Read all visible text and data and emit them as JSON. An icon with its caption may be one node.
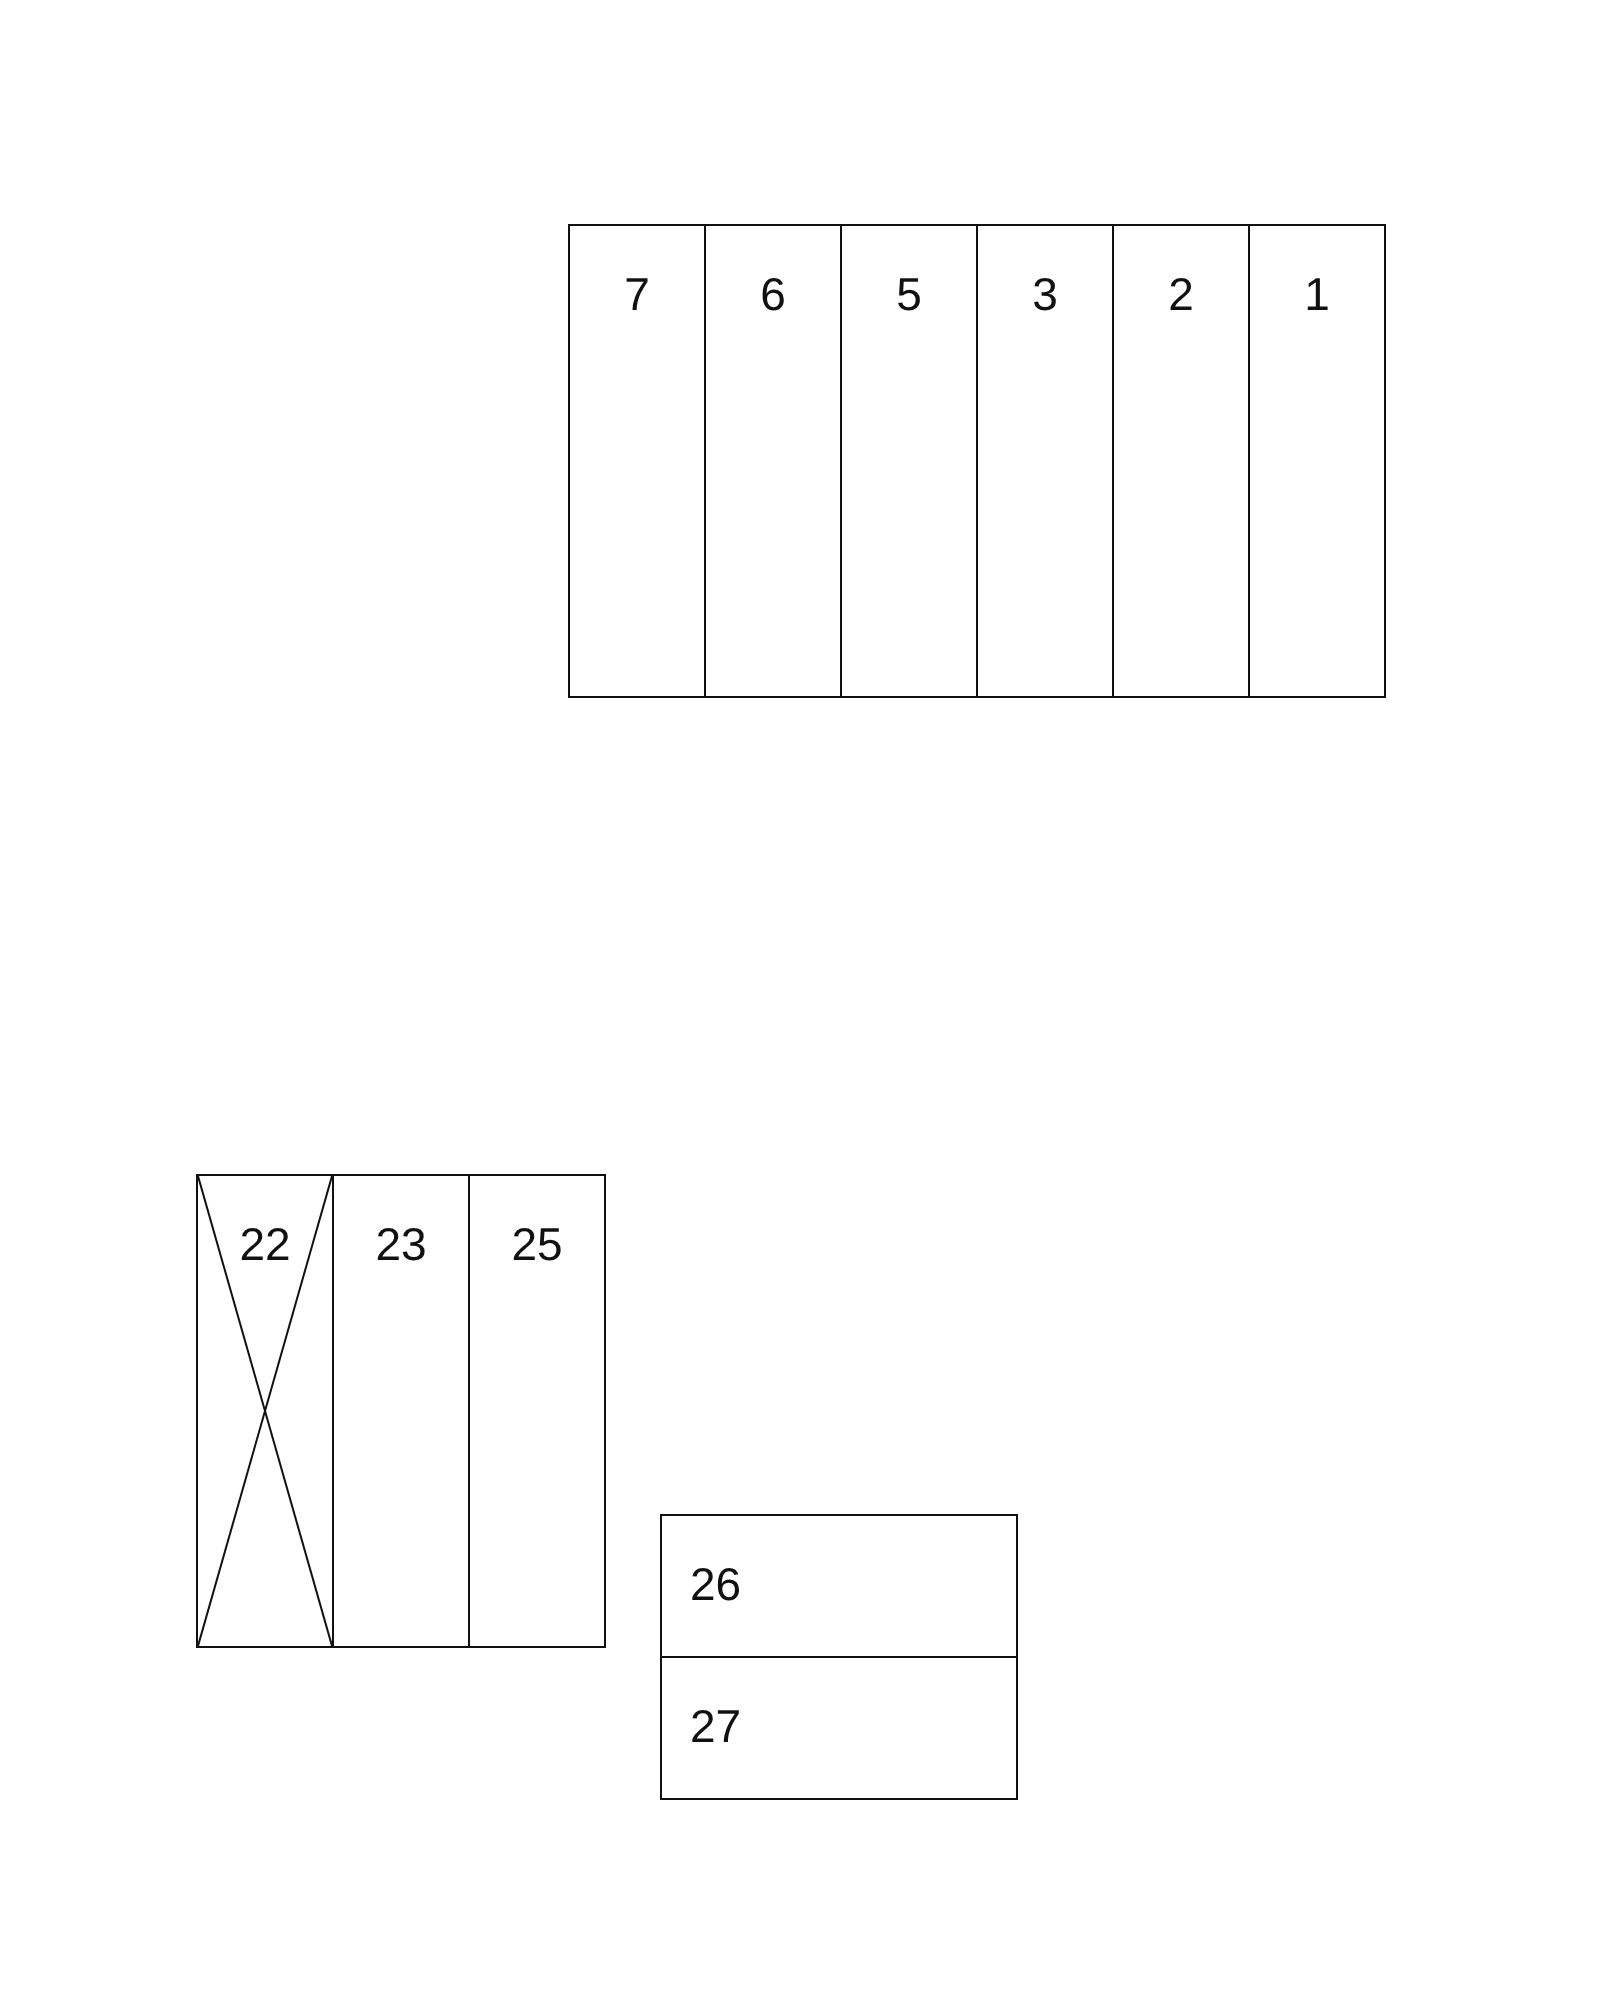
{
  "diagram": {
    "nodes": [
      {
        "text": [
          "7"
        ]
      },
      {
        "text": [
          "6"
        ]
      },
      {
        "text": [
          "5"
        ]
      },
      {
        "text": [
          "3"
        ]
      },
      {
        "text": [
          "2"
        ]
      },
      {
        "text": [
          "1"
        ]
      },
      {
        "text": [
          "22"
        ]
      },
      {
        "text": [
          "23"
        ]
      },
      {
        "text": [
          "25"
        ]
      },
      {
        "text": [
          "26"
        ]
      },
      {
        "text": [
          "27"
        ]
      }
    ]
  }
}
